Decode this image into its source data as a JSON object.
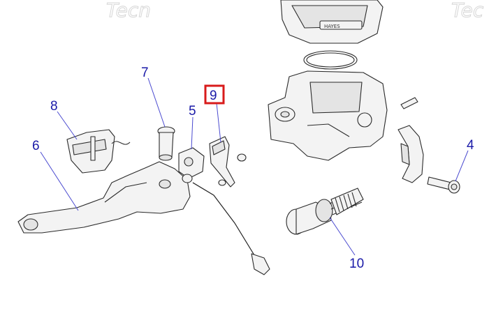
{
  "watermark": {
    "text_left": "Tecn",
    "text_right": "Tec"
  },
  "callouts": [
    {
      "id": "7",
      "label": "7"
    },
    {
      "id": "8",
      "label": "8"
    },
    {
      "id": "9",
      "label": "9",
      "highlighted": true
    },
    {
      "id": "5",
      "label": "5"
    },
    {
      "id": "6",
      "label": "6"
    },
    {
      "id": "4",
      "label": "4"
    },
    {
      "id": "10",
      "label": "10"
    }
  ],
  "brand_mark": "HAYES",
  "colors": {
    "callout": "#1a1aa8",
    "highlight": "#d81b1b",
    "line": "#2a2a2a"
  }
}
